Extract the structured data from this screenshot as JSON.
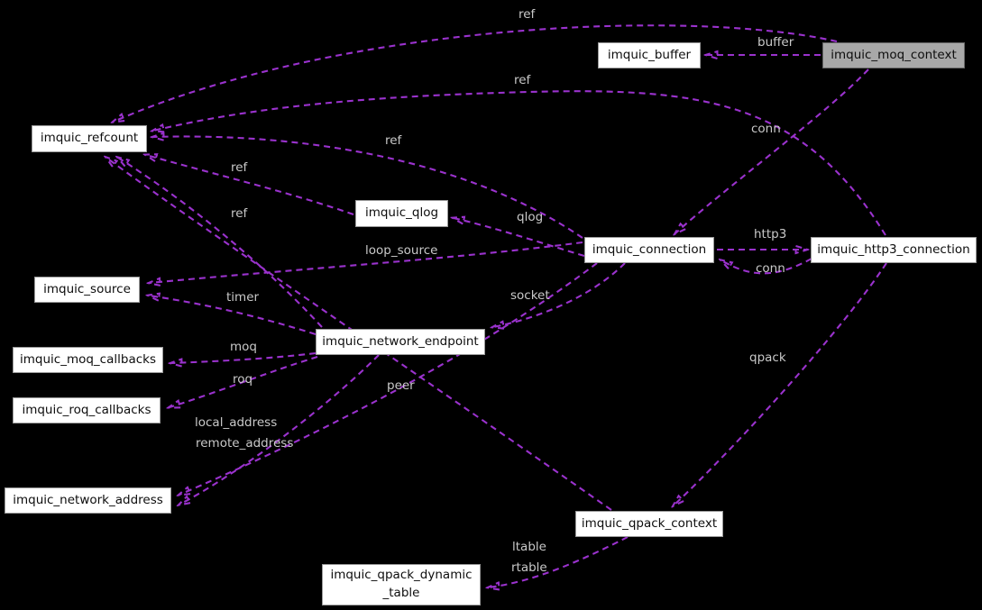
{
  "diagram_type": "collaboration-graph",
  "colors": {
    "background": "#000000",
    "edge": "#9a32cd",
    "edge_label_text": "#c9c9c9",
    "node_fill": "#ffffff",
    "node_border": "#9a9a9a",
    "highlighted_node_fill": "#a8a8a8",
    "node_text": "#0d0d0d"
  },
  "nodes": {
    "buffer": {
      "label": "imquic_buffer"
    },
    "moq_context": {
      "label": "imquic_moq_context",
      "highlighted": true
    },
    "refcount": {
      "label": "imquic_refcount"
    },
    "qlog": {
      "label": "imquic_qlog"
    },
    "connection": {
      "label": "imquic_connection"
    },
    "http3_connection": {
      "label": "imquic_http3_connection"
    },
    "source": {
      "label": "imquic_source"
    },
    "network_endpoint": {
      "label": "imquic_network_endpoint"
    },
    "moq_callbacks": {
      "label": "imquic_moq_callbacks"
    },
    "roq_callbacks": {
      "label": "imquic_roq_callbacks"
    },
    "network_address": {
      "label": "imquic_network_address"
    },
    "qpack_context": {
      "label": "imquic_qpack_context"
    },
    "qpack_dynamic_table": {
      "label": "imquic_qpack_dynamic\n_table"
    }
  },
  "edge_labels": {
    "ref_moq_context": "ref",
    "buffer": "buffer",
    "ref_http3": "ref",
    "conn_from_moq": "conn",
    "ref_connection": "ref",
    "ref_qlog": "ref",
    "ref_endpoint": "ref",
    "qlog": "qlog",
    "http3": "http3",
    "loop_source": "loop_source",
    "conn_from_http3": "conn",
    "socket": "socket",
    "timer": "timer",
    "moq": "moq",
    "roq": "roq",
    "peer": "peer",
    "local_address": "local_address",
    "remote_address": "remote_address",
    "qpack": "qpack",
    "ltable": "ltable",
    "rtable": "rtable"
  }
}
